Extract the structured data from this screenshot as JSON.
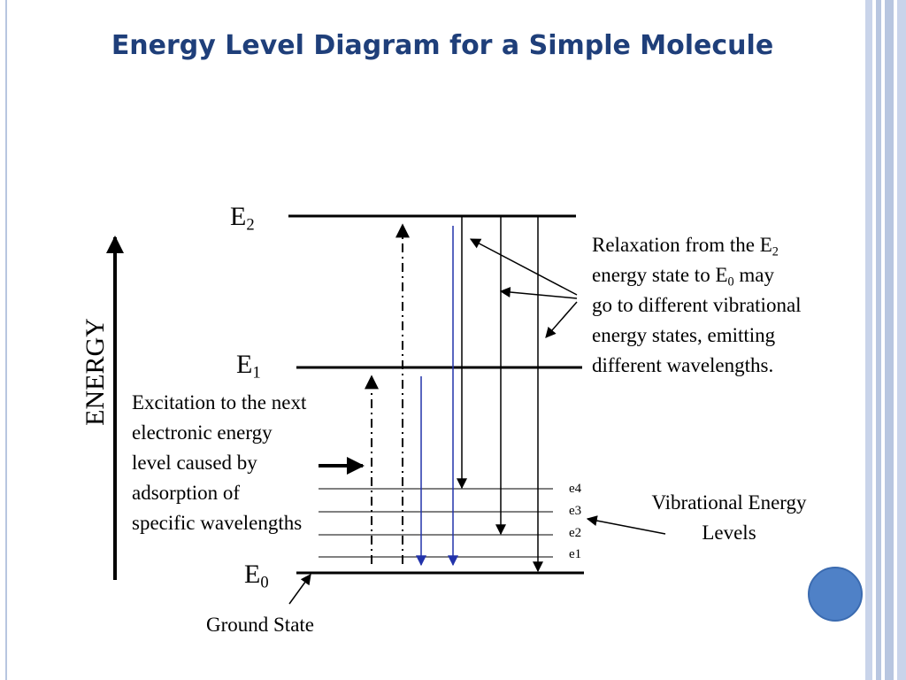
{
  "title": "Energy Level Diagram for a Simple Molecule",
  "axis_label": "ENERGY",
  "levels": {
    "e2": {
      "letter": "E",
      "sub": "2"
    },
    "e1": {
      "letter": "E",
      "sub": "1"
    },
    "e0": {
      "letter": "E",
      "sub": "0"
    }
  },
  "vibrational_labels": [
    "e4",
    "e3",
    "e2",
    "e1"
  ],
  "relaxation_text": {
    "line1_pre": "Relaxation from the E",
    "line1_sub": "2",
    "line2_pre": "energy state to E",
    "line2_sub": "0",
    "line2_post": " may",
    "line3": "go to different vibrational",
    "line4": "energy states, emitting",
    "line5": "different wavelengths."
  },
  "excitation_text": [
    "Excitation to the next",
    "electronic energy",
    "level caused by",
    "adsorption of",
    "specific wavelengths"
  ],
  "vibrational_text": [
    "Vibrational Energy",
    "Levels"
  ],
  "ground_state": "Ground State",
  "colors": {
    "title": "#1f3f7a",
    "emission_arrow": "#2233aa",
    "accent_circle": "#4f81c7",
    "side_stripes": "#b8c6e0"
  }
}
